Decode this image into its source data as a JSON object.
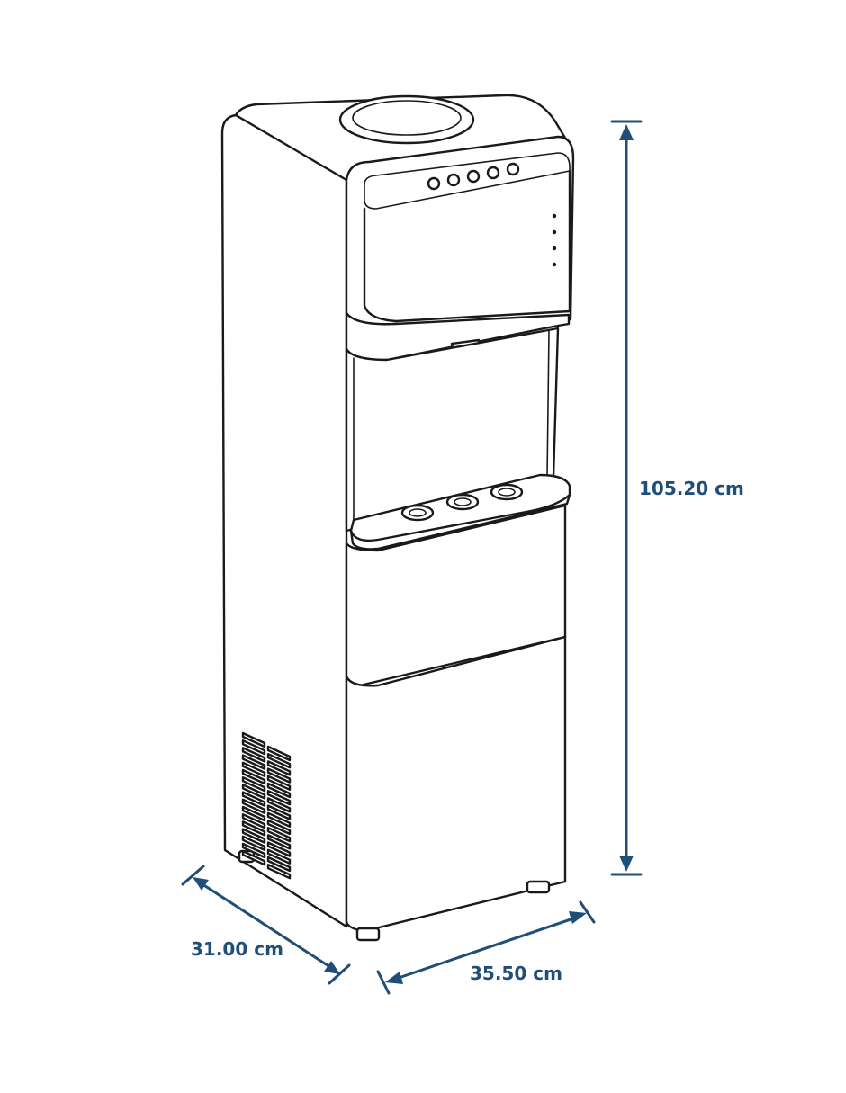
{
  "dimensions": {
    "height": "105.20 cm",
    "width": "35.50 cm",
    "depth": "31.00 cm"
  },
  "colors": {
    "dimension": "#1f4e79",
    "outline": "#1a1a1a",
    "background": "#ffffff"
  }
}
